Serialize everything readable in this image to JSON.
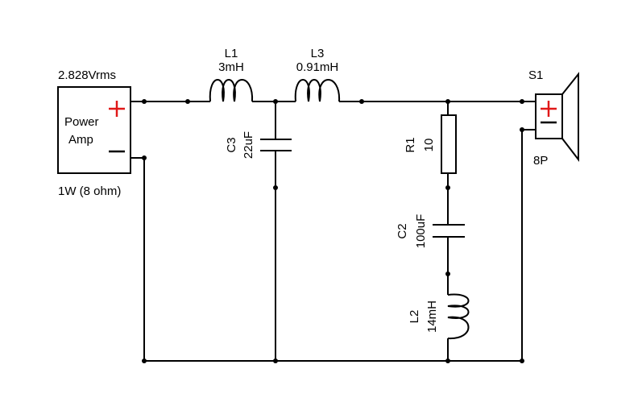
{
  "amplifier": {
    "voltage": "2.828Vrms",
    "name_line1": "Power",
    "name_line2": "Amp",
    "rating": "1W (8 ohm)"
  },
  "components": {
    "L1": {
      "ref": "L1",
      "value": "3mH"
    },
    "L3": {
      "ref": "L3",
      "value": "0.91mH"
    },
    "C3": {
      "ref": "C3",
      "value": "22uF"
    },
    "R1": {
      "ref": "R1",
      "value": "10"
    },
    "C2": {
      "ref": "C2",
      "value": "100uF"
    },
    "L2": {
      "ref": "L2",
      "value": "14mH"
    }
  },
  "speaker": {
    "ref": "S1",
    "impedance": "8P"
  },
  "colors": {
    "wire": "#000000",
    "plus_sign": "#e01818",
    "background": "#ffffff"
  }
}
